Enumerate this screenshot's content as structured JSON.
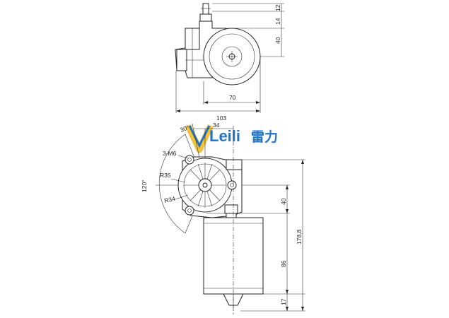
{
  "logo": {
    "latin_text": "Leili",
    "cjk_text": "雷力",
    "color": "#1f73c9",
    "accent_color": "#f2c23a"
  },
  "top_view": {
    "dims": {
      "d12": "12",
      "d14": "14",
      "d40": "40",
      "d70": "70",
      "d103": "103"
    }
  },
  "front_view": {
    "dims": {
      "angle30": "30°",
      "d34": "34",
      "holes": "3-M6",
      "r35": "R35",
      "r34": "R34",
      "angle120": "120°",
      "d40": "40",
      "d178": "178.8",
      "d86": "86",
      "d17": "17"
    }
  },
  "icons": [
    "leili-logo-icon"
  ]
}
